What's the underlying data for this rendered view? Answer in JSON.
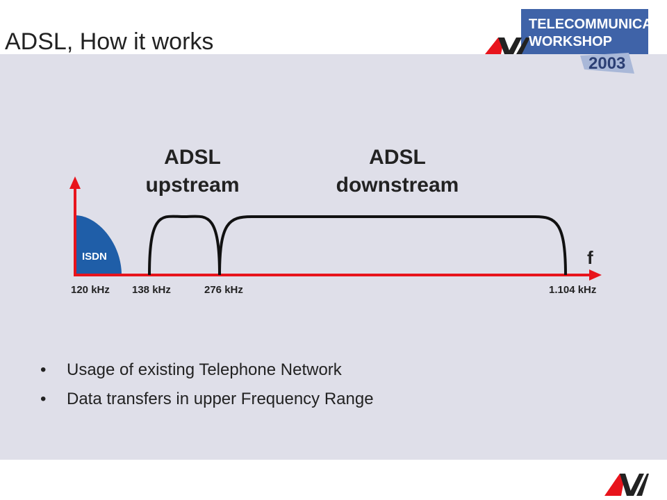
{
  "slide": {
    "title": "ADSL, How it works"
  },
  "header_logo": {
    "line1": "TELECOMMUNICATION",
    "line2": "WORKSHOP",
    "year": "2003"
  },
  "diagram": {
    "labels": {
      "upstream_line1": "ADSL",
      "upstream_line2": "upstream",
      "downstream_line1": "ADSL",
      "downstream_line2": "downstream",
      "isdn": "ISDN",
      "axis": "f"
    },
    "ticks": [
      "120 kHz",
      "138 kHz",
      "276 kHz",
      "1.104 kHz"
    ],
    "colors": {
      "axis": "#e8141c",
      "isdn_fill": "#1f5ea8",
      "curve": "#111111",
      "text": "#222222"
    }
  },
  "bullets": [
    "Usage of existing Telephone Network",
    "Data transfers in upper Frequency Range"
  ],
  "bullet_glyph": "•"
}
